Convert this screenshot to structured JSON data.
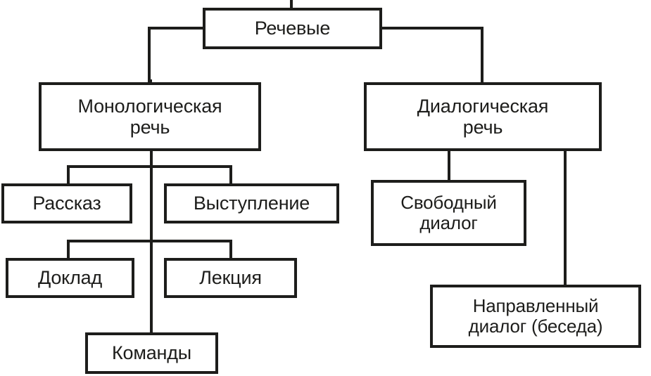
{
  "diagram": {
    "title": "Речевые",
    "type": "tree",
    "palette": {
      "line": "#1d1d1b",
      "background": "#ffffff",
      "text": "#1d1d1b"
    },
    "nodes": {
      "root": {
        "id": "root",
        "label": "Речевые"
      },
      "monolog": {
        "id": "monolog",
        "label": "Монологическая\nречь"
      },
      "dialog": {
        "id": "dialog",
        "label": "Диалогическая\nречь"
      },
      "rasskaz": {
        "id": "rasskaz",
        "label": "Рассказ"
      },
      "vystuplenie": {
        "id": "vystuplenie",
        "label": "Выступление"
      },
      "doklad": {
        "id": "doklad",
        "label": "Доклад"
      },
      "lekciya": {
        "id": "lekciya",
        "label": "Лекция"
      },
      "komandy": {
        "id": "komandy",
        "label": "Команды"
      },
      "svobodny": {
        "id": "svobodny",
        "label": "Свободный\nдиалог"
      },
      "napravlenny": {
        "id": "napravlenny",
        "label": "Направленный\nдиалог (беседа)"
      }
    },
    "edges": [
      {
        "from": "root",
        "to": "monolog"
      },
      {
        "from": "root",
        "to": "dialog"
      },
      {
        "from": "monolog",
        "to": "rasskaz"
      },
      {
        "from": "monolog",
        "to": "vystuplenie"
      },
      {
        "from": "monolog",
        "to": "doklad"
      },
      {
        "from": "monolog",
        "to": "lekciya"
      },
      {
        "from": "monolog",
        "to": "komandy"
      },
      {
        "from": "dialog",
        "to": "svobodny"
      },
      {
        "from": "dialog",
        "to": "napravlenny"
      }
    ]
  }
}
